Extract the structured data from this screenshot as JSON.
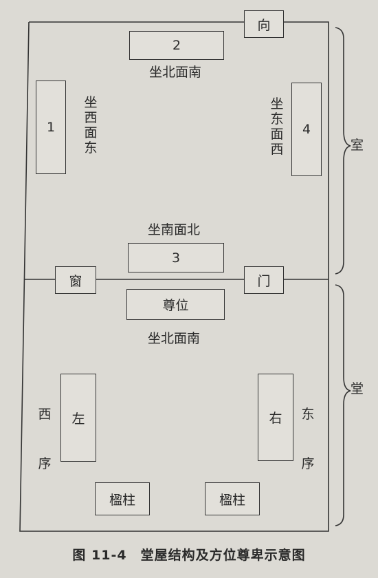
{
  "rooms": {
    "shi": "室",
    "tang": "堂"
  },
  "openings": {
    "xiang": "向",
    "chuang": "窗",
    "men": "门"
  },
  "seats": {
    "seat1": {
      "number": "1",
      "orientation": "坐西面东"
    },
    "seat2": {
      "number": "2",
      "orientation": "坐北面南"
    },
    "seat3": {
      "number": "3",
      "orientation": "坐南面北"
    },
    "seat4": {
      "number": "4",
      "orientation": "坐东面西"
    },
    "zunwei": {
      "label": "尊位",
      "orientation": "坐北面南"
    }
  },
  "hall": {
    "left_label": "左",
    "right_label": "右",
    "west_xu": "西序",
    "east_xu": "东序",
    "pillar_left": "楹柱",
    "pillar_right": "楹柱"
  },
  "caption": "图 11-4　堂屋结构及方位尊卑示意图"
}
